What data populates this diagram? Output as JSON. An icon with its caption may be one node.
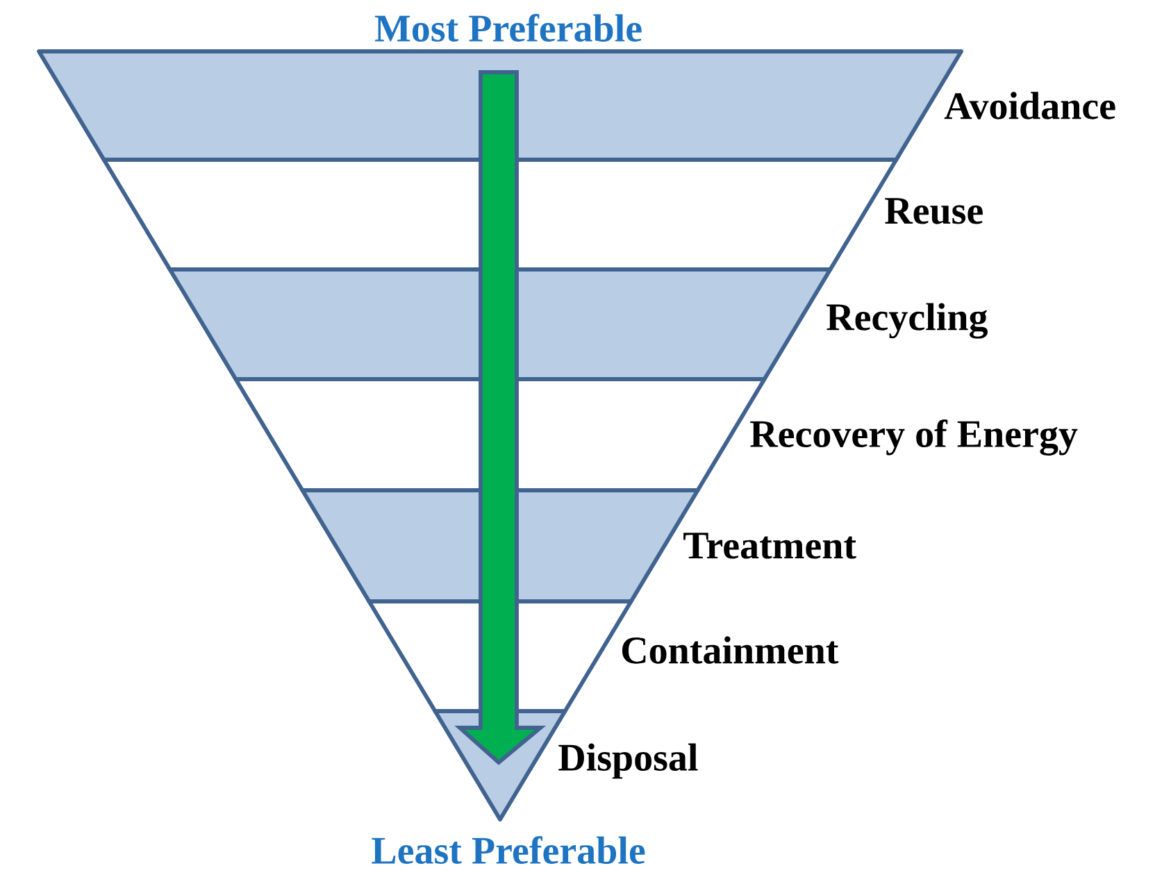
{
  "diagram": {
    "nodes": [
      {
        "text": [
          "Avoidance"
        ]
      },
      {
        "text": [
          "Reuse"
        ]
      },
      {
        "text": [
          "Recycling"
        ]
      },
      {
        "text": [
          "Recovery of Energy"
        ]
      },
      {
        "text": [
          "Treatment"
        ]
      },
      {
        "text": [
          "Containment"
        ]
      },
      {
        "text": [
          "Disposal"
        ]
      }
    ],
    "labels": [
      "Most Preferable",
      "Least Preferable"
    ]
  }
}
